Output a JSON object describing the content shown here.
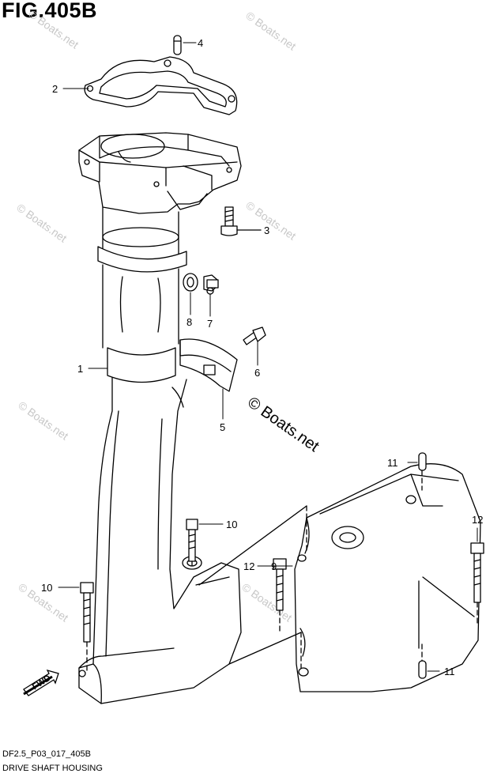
{
  "figure": {
    "title": "FIG.405B",
    "code": "DF2.5_P03_017_405B",
    "name": "DRIVE SHAFT HOUSING"
  },
  "watermark": {
    "text": "© Boats.net",
    "center_text": "© Boats.net"
  },
  "direction_arrow": {
    "label": "FWD"
  },
  "callouts": [
    {
      "id": "c1",
      "label": "1"
    },
    {
      "id": "c2",
      "label": "2"
    },
    {
      "id": "c3",
      "label": "3"
    },
    {
      "id": "c4",
      "label": "4"
    },
    {
      "id": "c5",
      "label": "5"
    },
    {
      "id": "c6",
      "label": "6"
    },
    {
      "id": "c7",
      "label": "7"
    },
    {
      "id": "c8",
      "label": "8"
    },
    {
      "id": "c9",
      "label": "9"
    },
    {
      "id": "c10a",
      "label": "10"
    },
    {
      "id": "c10b",
      "label": "10"
    },
    {
      "id": "c11a",
      "label": "11"
    },
    {
      "id": "c11b",
      "label": "11"
    },
    {
      "id": "c12a",
      "label": "12"
    },
    {
      "id": "c12b",
      "label": "12"
    }
  ],
  "colors": {
    "line": "#000000",
    "watermark": "#c8c8c8",
    "background": "#ffffff"
  }
}
